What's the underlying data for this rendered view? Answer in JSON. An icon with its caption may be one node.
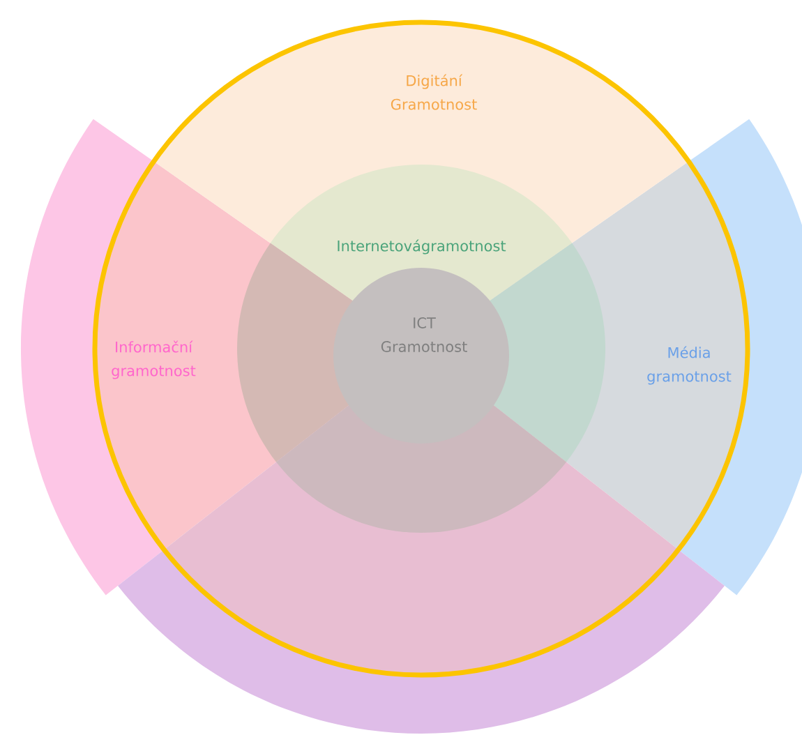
{
  "diagram": {
    "nodes": [
      {
        "text": [
          "Digitání Gramotnost"
        ]
      },
      {
        "text": [
          "Informační gramotnost"
        ]
      },
      {
        "text": [
          "Internetovágramotnost"
        ]
      },
      {
        "text": [
          "ICT Gramotnost"
        ],
        "in": 2
      },
      {
        "text": [
          "Média gramotnost"
        ]
      },
      {
        "text": [],
        "shape": "sector"
      }
    ]
  }
}
